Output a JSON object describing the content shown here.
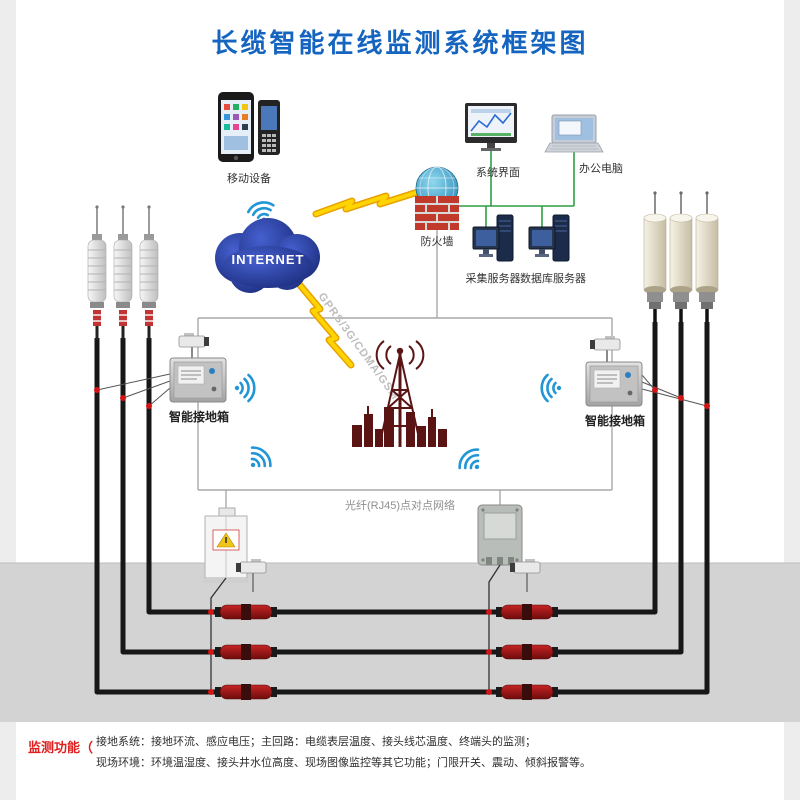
{
  "title": "长缆智能在线监测系统框架图",
  "top": {
    "mobile_label": "移动设备",
    "internet_label": "INTERNET",
    "gprs_label": "GPRS/3G/CDMA/GSM",
    "firewall_label": "防火墙",
    "system_ui_label": "系统界面",
    "office_pc_label": "办公电脑",
    "collect_server_label": "采集服务器",
    "db_server_label": "数据库服务器"
  },
  "middle": {
    "left_box_label": "智能接地箱",
    "right_box_label": "智能接地箱",
    "fiber_label": "光纤(RJ45)点对点网络"
  },
  "footer": {
    "heading": "监测功能（",
    "line1": "接地系统：接地环流、感应电压；主回路：电缆表层温度、接头线芯温度、终端头的监测；",
    "line2": "现场环境：环境温湿度、接头井水位高度、现场图像监控等其它功能；门限开关、震动、倾斜报警等。"
  },
  "colors": {
    "title_blue": "#1565c0",
    "green": "#2f9e44",
    "wifi": "#2196d6",
    "maroon": "#5a1414",
    "lightning": "#ffd400",
    "red_text": "#e01f1f",
    "dot_red": "#d41414"
  }
}
